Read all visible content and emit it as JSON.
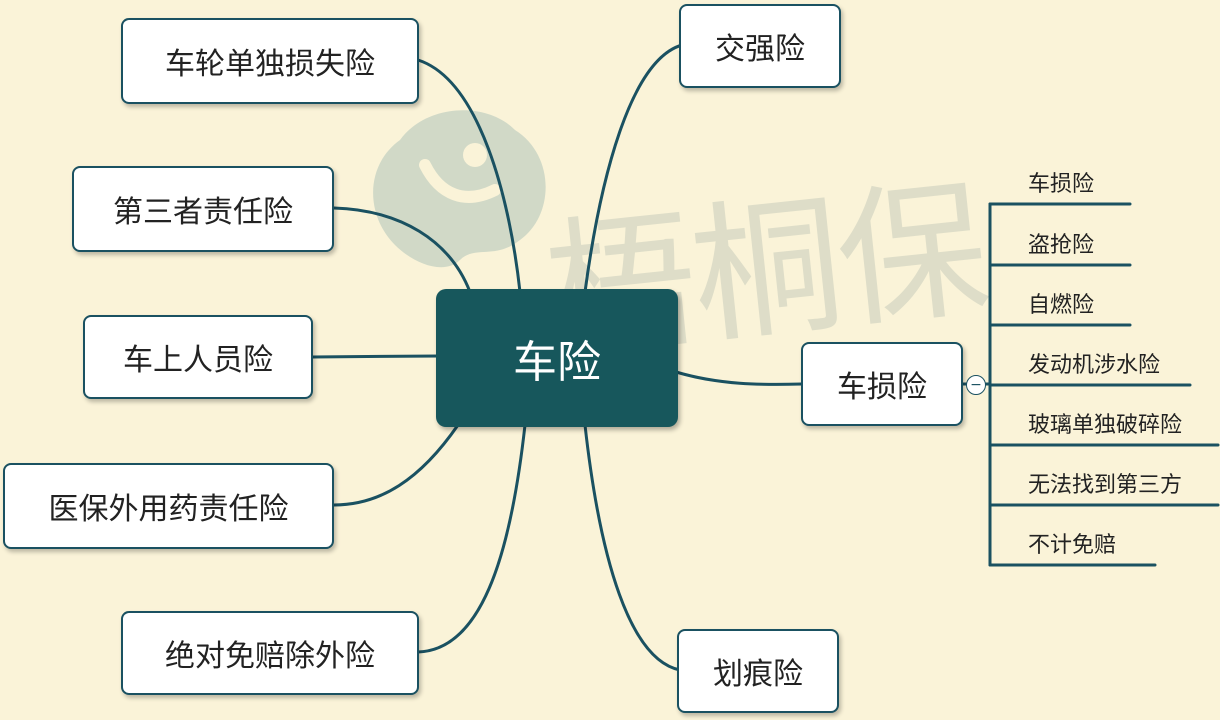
{
  "watermark": "梧桐保",
  "colors": {
    "background": "#faf3d8",
    "branch": "#1a5161",
    "center_fill": "#17575c",
    "node_fill": "#ffffff"
  },
  "center": {
    "label": "车险"
  },
  "left_nodes": [
    {
      "label": "车轮单独损失险"
    },
    {
      "label": "第三者责任险"
    },
    {
      "label": "车上人员险"
    },
    {
      "label": "医保外用药责任险"
    },
    {
      "label": "绝对免赔除外险"
    }
  ],
  "right_nodes": [
    {
      "label": "交强险"
    },
    {
      "label": "车损险"
    },
    {
      "label": "划痕险"
    }
  ],
  "car_damage_children": [
    {
      "label": "车损险"
    },
    {
      "label": "盗抢险"
    },
    {
      "label": "自燃险"
    },
    {
      "label": "发动机涉水险"
    },
    {
      "label": "玻璃单独破碎险"
    },
    {
      "label": "无法找到第三方"
    },
    {
      "label": "不计免赔"
    }
  ],
  "collapse_symbol": "−"
}
